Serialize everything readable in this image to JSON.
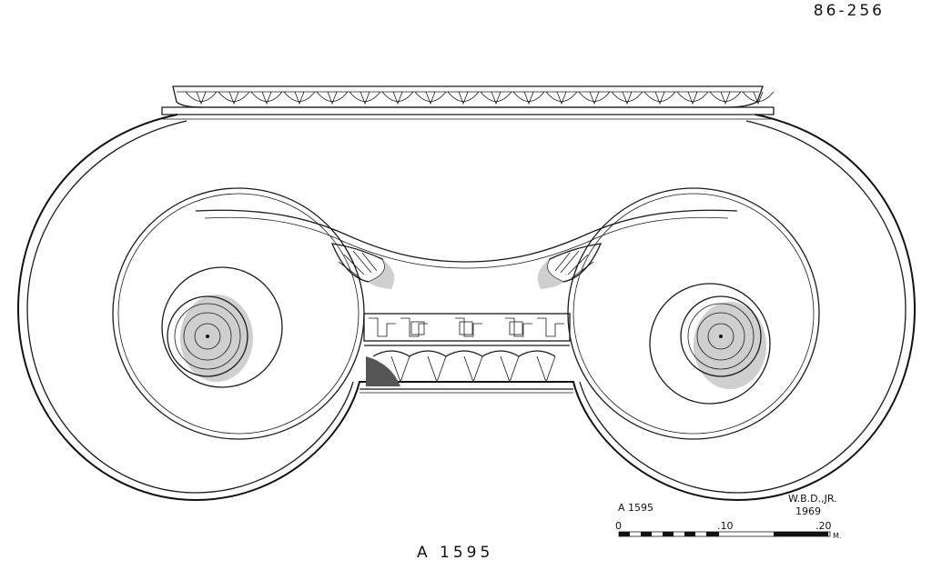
{
  "catalog_number": "86-256",
  "caption": "A 1595",
  "legend": {
    "inventory": "A 1595",
    "author": "W.B.D.,JR.",
    "year": "1969"
  },
  "scale_bar": {
    "ticks": [
      "0",
      ".10",
      ".20"
    ],
    "unit": "M."
  },
  "colors": {
    "ink": "#1a1a1a",
    "shade": "#cfcfcf",
    "paper": "#ffffff"
  }
}
